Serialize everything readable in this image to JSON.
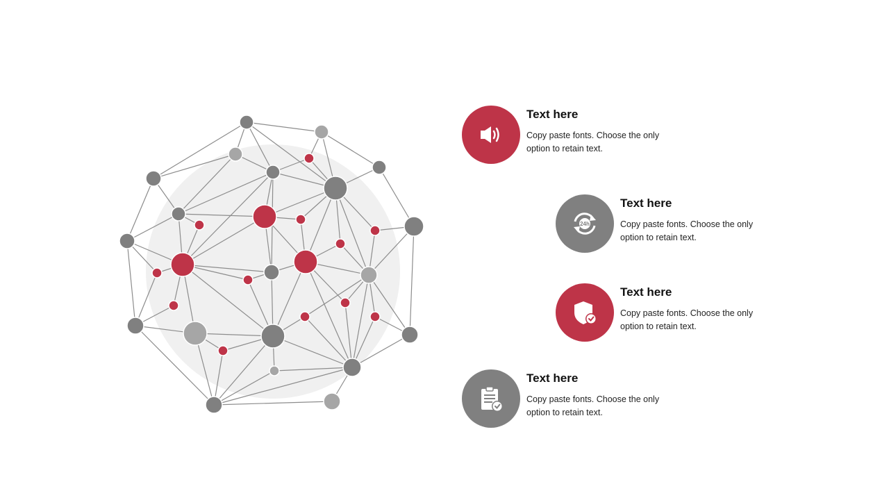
{
  "colors": {
    "accent": "#be3448",
    "gray": "#808080",
    "light_gray": "#a6a6a6",
    "background_disc": "#f0f0f0",
    "edge": "#8c8c8c"
  },
  "items": [
    {
      "title": "Text here",
      "description": "Copy paste fonts. Choose the only option to retain text.",
      "icon": "megaphone-icon",
      "color": "#be3448"
    },
    {
      "title": "Text here",
      "description": "Copy paste fonts. Choose the only option to retain text.",
      "icon": "24h-cycle-icon",
      "color": "#808080"
    },
    {
      "title": "Text here",
      "description": "Copy paste fonts. Choose the only option to retain text.",
      "icon": "shield-check-icon",
      "color": "#be3448"
    },
    {
      "title": "Text here",
      "description": "Copy paste fonts. Choose the only option to retain text.",
      "icon": "clipboard-check-icon",
      "color": "#808080"
    }
  ]
}
